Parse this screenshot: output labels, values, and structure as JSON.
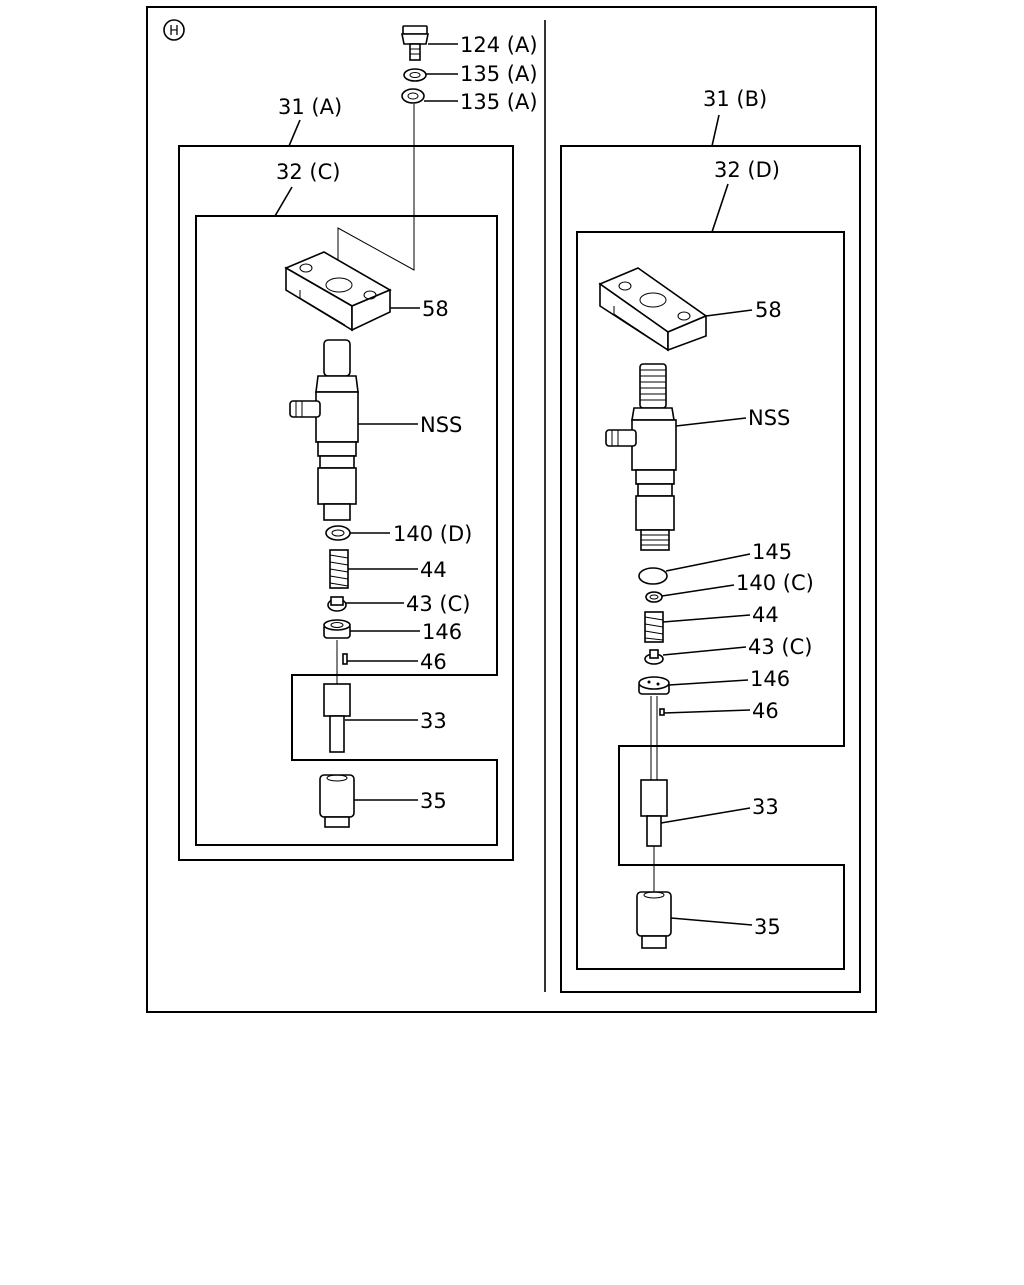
{
  "section_marker": "H",
  "top_parts": {
    "bolt": "124 (A)",
    "washer_upper": "135 (A)",
    "washer_lower": "135 (A)"
  },
  "left_assembly": {
    "outer_label": "31 (A)",
    "inner_label": "32 (C)",
    "parts": {
      "bracket": "58",
      "injector_body": "NSS",
      "washer": "140 (D)",
      "spring": "44",
      "spring_seat": "43 (C)",
      "spacer": "146",
      "pin": "46",
      "nozzle": "33",
      "retaining_nut": "35"
    }
  },
  "right_assembly": {
    "outer_label": "31 (B)",
    "inner_label": "32 (D)",
    "parts": {
      "bracket": "58",
      "injector_body": "NSS",
      "shim": "145",
      "washer": "140 (C)",
      "spring": "44",
      "spring_seat": "43 (C)",
      "spacer": "146",
      "pin": "46",
      "nozzle": "33",
      "retaining_nut": "35"
    }
  }
}
